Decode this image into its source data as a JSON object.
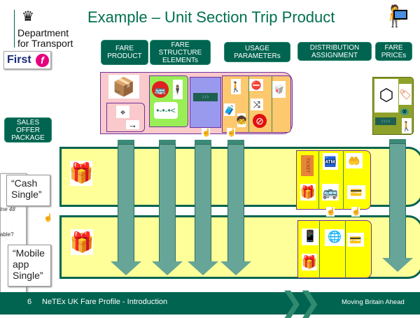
{
  "header": {
    "title": "Example – Unit Section Trip Product",
    "org_line1": "Department",
    "org_line2": "for Transport",
    "operator_logo": "First"
  },
  "columns": [
    {
      "label": "FARE PRODUCT"
    },
    {
      "label": "FARE STRUCTURE ELEMENTs"
    },
    {
      "label": "USAGE PARAMETERs"
    },
    {
      "label": "DISTRIBUTION ASSIGNMENT"
    },
    {
      "label": "FARE PRICEs"
    }
  ],
  "sales_offer_package": {
    "label": "SALES OFFER PACKAGE"
  },
  "packages": [
    {
      "label": "“Cash Single”"
    },
    {
      "label": "“Mobile app Single”"
    }
  ],
  "background_snippets": {
    "line1": "ine 48",
    "line2": "able?"
  },
  "ticket_icon_text": "TICKET",
  "footer": {
    "page": "6",
    "title": "NeTEx UK Fare Profile - Introduction",
    "tagline": "Moving Britain Ahead"
  },
  "colors": {
    "brand_green": "#006450",
    "title_green": "#00704f",
    "fare_product_pink": "#f9c9cc",
    "structure_green": "#99ee55",
    "orange": "#fdc86e",
    "purple": "#9999ee",
    "price_olive": "#8fa12a",
    "row_yellow": "#ffff99",
    "inner_yellow": "#ffff00",
    "arrow": "#66a597"
  }
}
